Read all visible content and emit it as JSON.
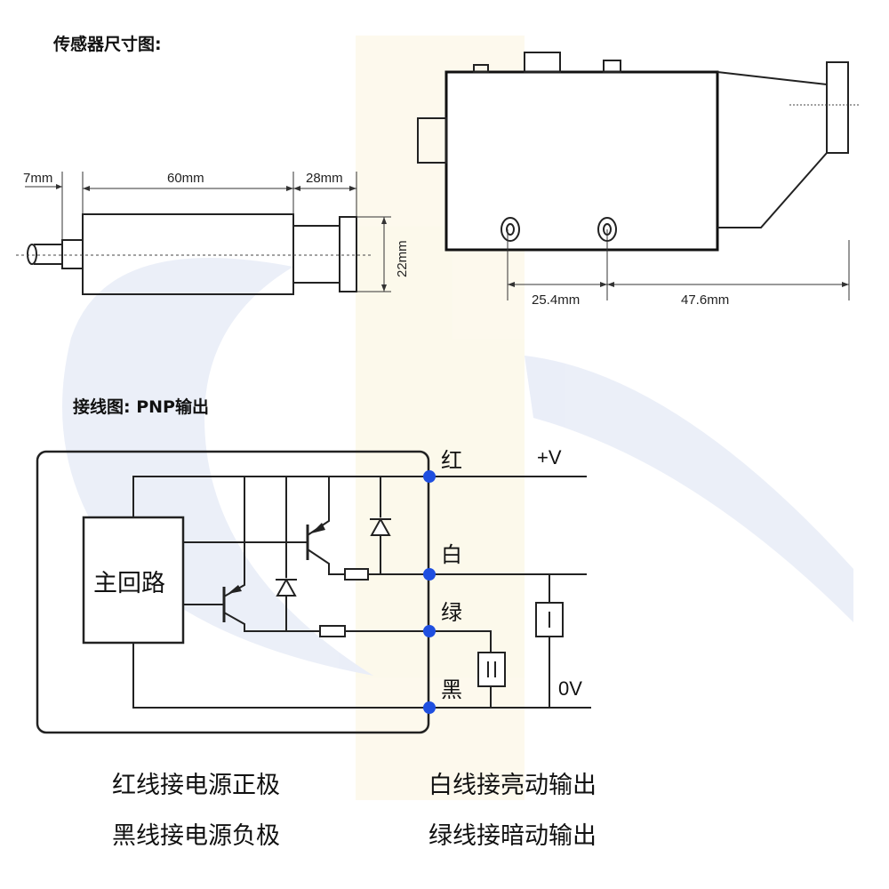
{
  "dimensions": {
    "title": "传感器尺寸图:",
    "side_view": {
      "d1": "7mm",
      "d2": "60mm",
      "d3": "28mm",
      "d4": "22mm"
    },
    "top_view": {
      "d1": "25.4mm",
      "d2": "47.6mm"
    }
  },
  "wiring": {
    "title": "接线图: PNP输出",
    "main_circuit": "主回路",
    "wires": {
      "red": "红",
      "white": "白",
      "green": "绿",
      "black": "黑"
    },
    "supply_plus": "+V",
    "supply_zero": "0V",
    "load1": "I",
    "load2": "II",
    "terminal_color": "#1f4fe0"
  },
  "notes": [
    "红线接电源正极",
    "白线接亮动输出",
    "黑线接电源负极",
    "绿线接暗动输出"
  ]
}
